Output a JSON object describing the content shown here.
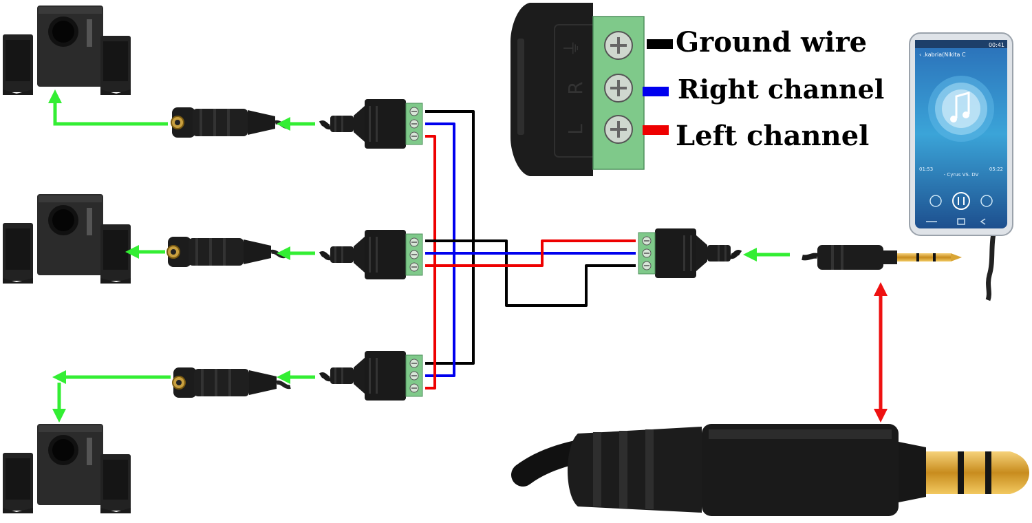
{
  "legend": {
    "ground": {
      "label": "Ground wire",
      "color": "#000000"
    },
    "right": {
      "label": "Right channel",
      "color": "#0000ee"
    },
    "left": {
      "label": "Left channel",
      "color": "#ee0000"
    }
  },
  "terminal_marks": {
    "ground_symbol": "⏚",
    "right_letter": "R",
    "left_letter": "L"
  },
  "phone": {
    "status_time": "00:41",
    "track_header": "‹ .kabria(Nikita C",
    "song": "- Cyrus VS. DV",
    "time_elapsed": "01:53",
    "time_total": "05:22"
  },
  "colors": {
    "signal_arrow": "#33ee33",
    "relation_arrow": "#ee1111",
    "terminal_green": "#7fc98a",
    "plug_gold": "#d9a534"
  },
  "icons": [
    "speaker-icon",
    "female-jack-icon",
    "terminal-adapter-icon",
    "male-plug-icon",
    "smartphone-icon",
    "music-note-icon"
  ]
}
